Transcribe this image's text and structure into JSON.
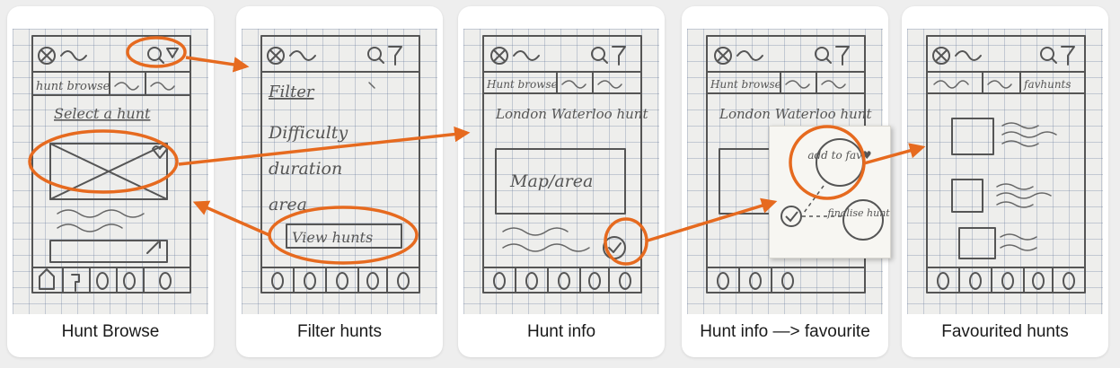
{
  "panels": [
    {
      "caption": "Hunt Browse",
      "sketch": {
        "tabs": [
          "hunt browse",
          "",
          ""
        ],
        "heading": "Select a hunt"
      }
    },
    {
      "caption": "Filter hunts",
      "sketch": {
        "title": "Filter",
        "items": [
          "Difficulty",
          "duration",
          "area"
        ],
        "button": "View hunts"
      }
    },
    {
      "caption": "Hunt info",
      "sketch": {
        "tabs": [
          "Hunt browse",
          "",
          ""
        ],
        "heading": "London Waterloo hunt",
        "map": "Map/area"
      }
    },
    {
      "caption": "Hunt info —> favourite",
      "sketch": {
        "tabs": [
          "Hunt browse",
          "",
          ""
        ],
        "heading": "London Waterloo hunt",
        "popup_add": "add to fav♥",
        "popup_finalise": "finalise hunt♥"
      }
    },
    {
      "caption": "Favourited hunts",
      "sketch": {
        "tabs": [
          "",
          "",
          "favhunts"
        ]
      }
    }
  ],
  "colors": {
    "arrow": "#e66a1f",
    "card": "#ffffff",
    "background": "#eeeeee"
  }
}
